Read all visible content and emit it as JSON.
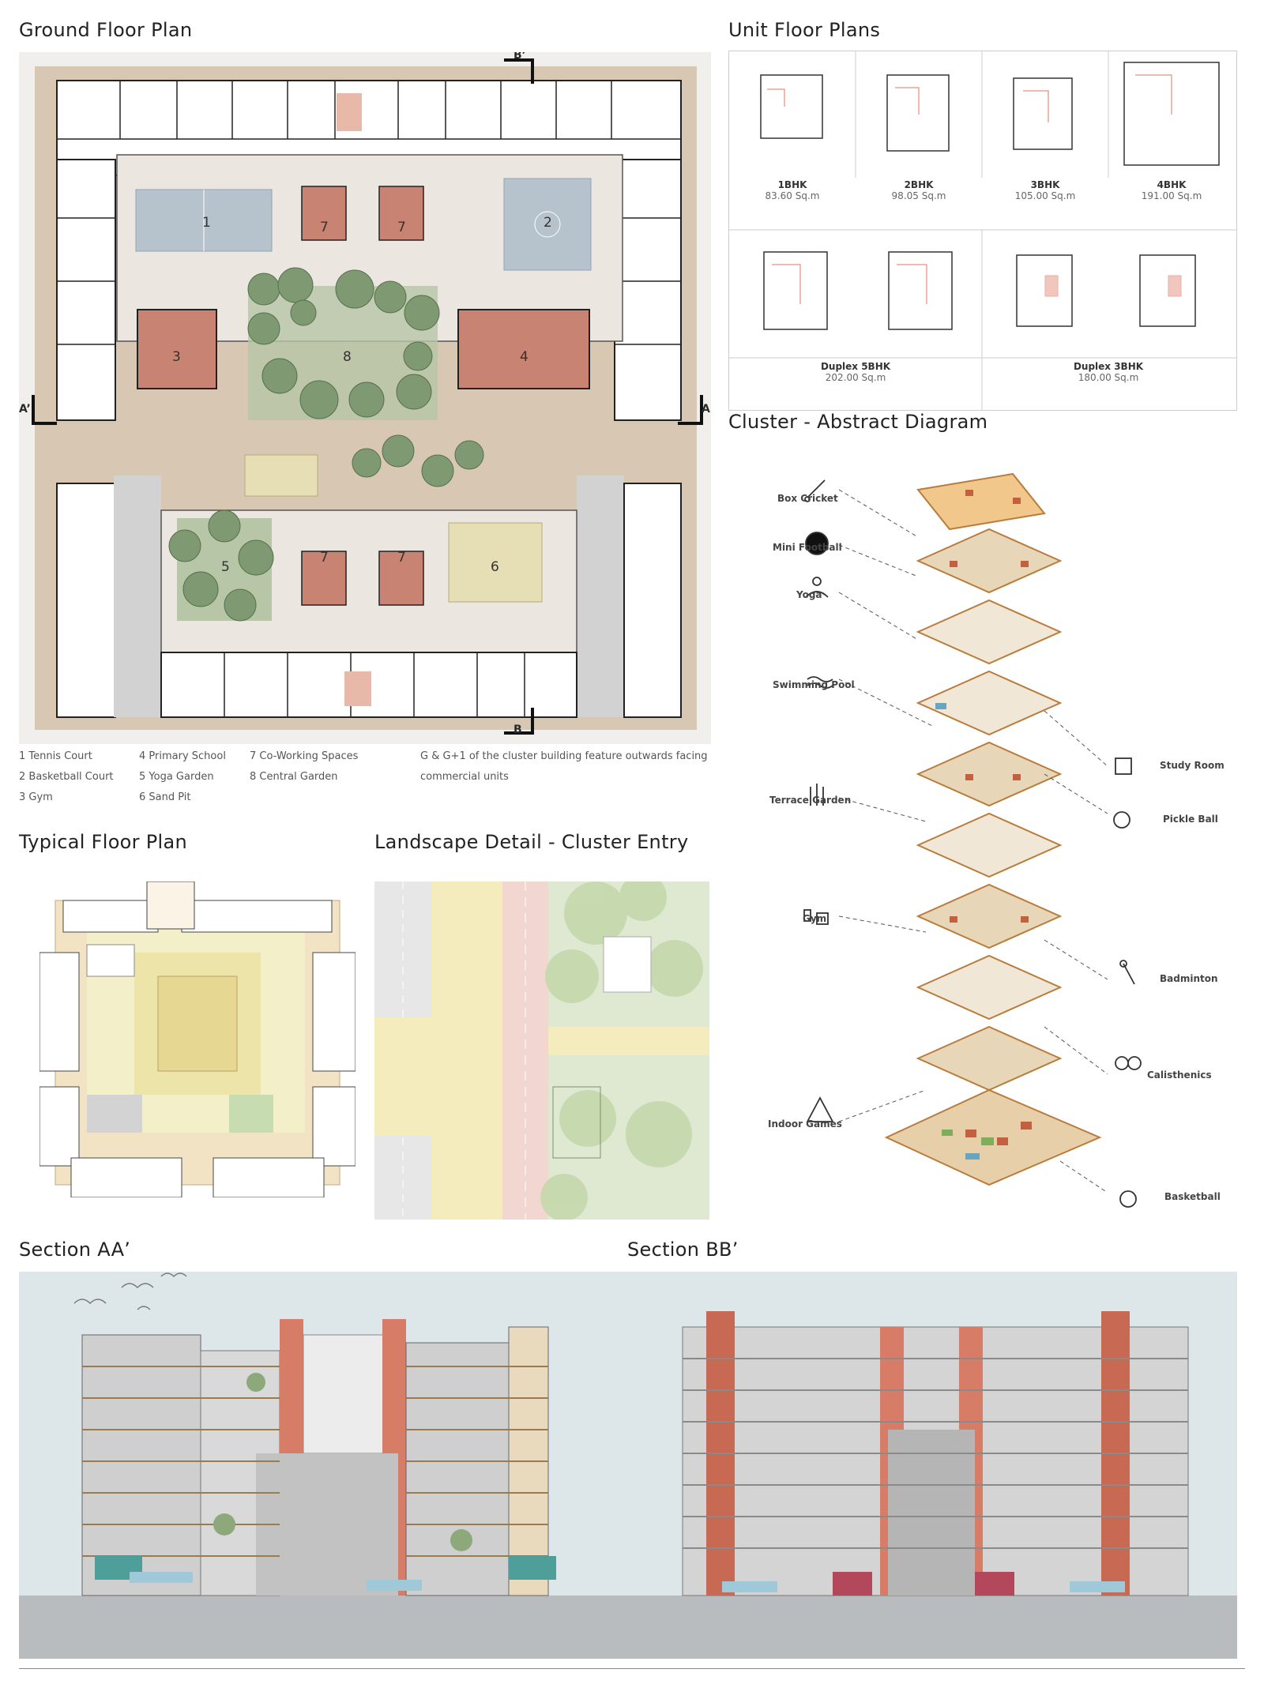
{
  "headings": {
    "ground": "Ground Floor Plan",
    "units": "Unit Floor Plans",
    "cluster": "Cluster - Abstract Diagram",
    "typical": "Typical Floor Plan",
    "landscape": "Landscape Detail - Cluster Entry",
    "sectionA": "Section AA’",
    "sectionB": "Section BB’"
  },
  "ground_plan": {
    "section_marks": [
      "B’",
      "B",
      "A’",
      "A"
    ],
    "zones": [
      "1",
      "2",
      "3",
      "4",
      "5",
      "6",
      "7",
      "7",
      "7",
      "7",
      "8"
    ],
    "legend": [
      "1   Tennis Court",
      "2   Basketball Court",
      "3   Gym",
      "4   Primary School",
      "5   Yoga Garden",
      "6   Sand Pit",
      "7   Co-Working Spaces",
      "8   Central Garden"
    ],
    "note_line1": "G & G+1 of the cluster building feature outwards facing",
    "note_line2": "commercial units"
  },
  "units": [
    {
      "name": "1BHK",
      "area": "83.60 Sq.m"
    },
    {
      "name": "2BHK",
      "area": "98.05 Sq.m"
    },
    {
      "name": "3BHK",
      "area": "105.00 Sq.m"
    },
    {
      "name": "4BHK",
      "area": "191.00 Sq.m"
    },
    {
      "name": "Duplex 5BHK",
      "area": "202.00 Sq.m"
    },
    {
      "name": "Duplex 3BHK",
      "area": "180.00 Sq.m"
    }
  ],
  "activities_left": [
    "Box Cricket",
    "Mini Football",
    "Yoga",
    "Swimming Pool",
    "Terrace Garden",
    "Gym",
    "Indoor Games"
  ],
  "activities_right": [
    "Study Room",
    "Pickle Ball",
    "Badminton",
    "Calisthenics",
    "Basketball"
  ],
  "colors": {
    "terracotta": "#c98373",
    "beige": "#d9c9b5",
    "garden": "#9fb592",
    "tennis": "#b7c3cc",
    "sand": "#e6dfb6",
    "sky": "#dde7ea",
    "orange_deck": "#e2b070"
  }
}
